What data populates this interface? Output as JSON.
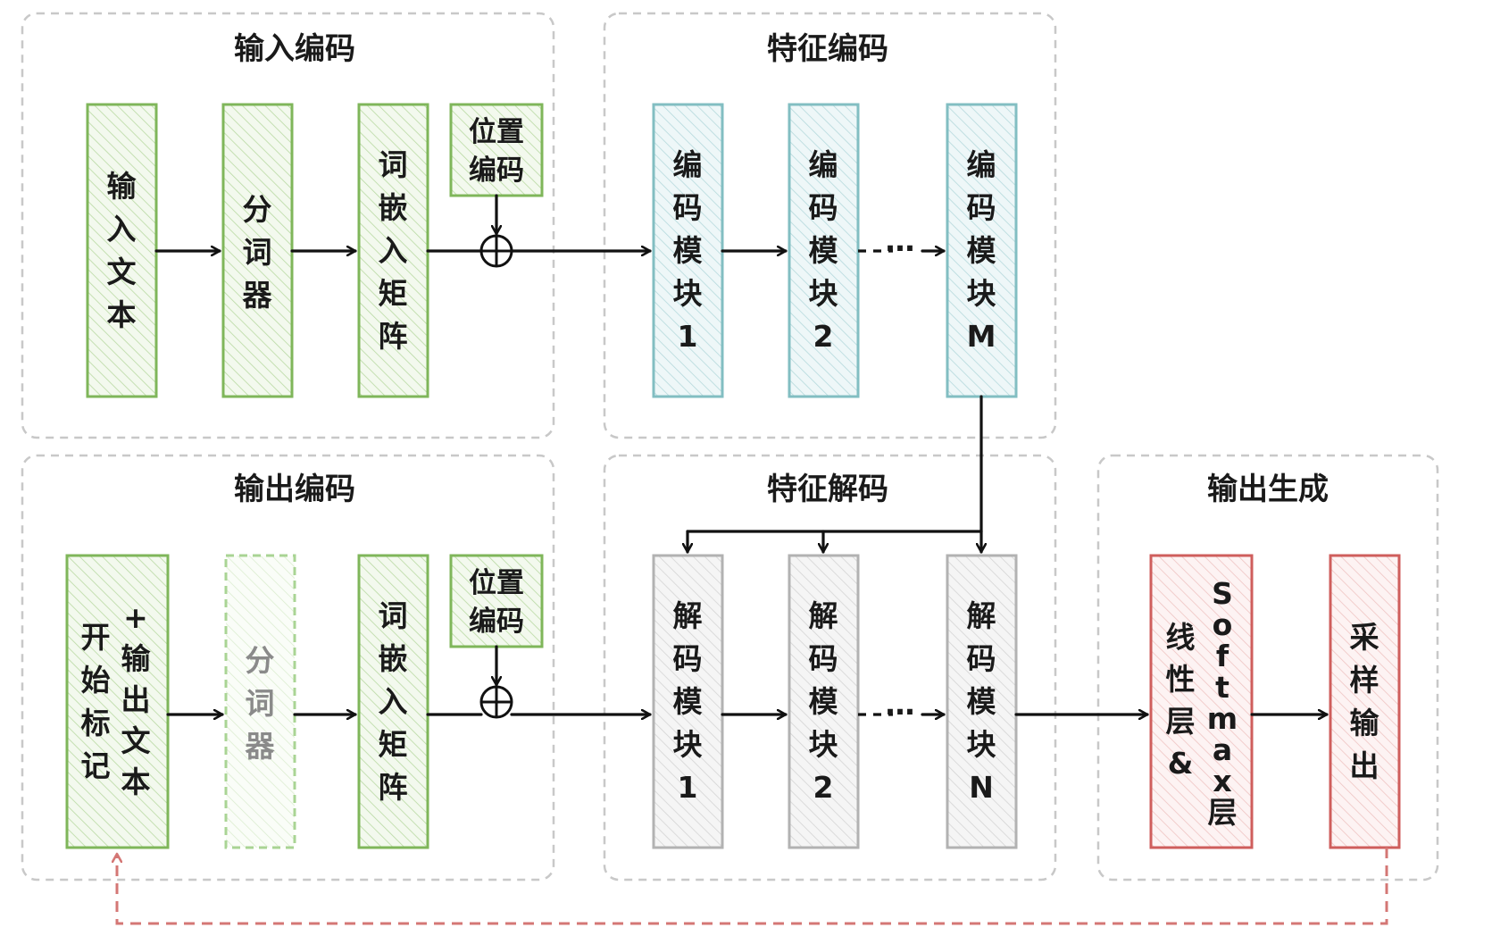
{
  "groups": {
    "input_encoding": "输入编码",
    "feature_encoding": "特征编码",
    "output_encoding": "输出编码",
    "feature_decoding": "特征解码",
    "output_generation": "输出生成"
  },
  "blocks": {
    "input_text": "输入文本",
    "tokenizer": "分词器",
    "embedding_matrix": "词嵌入矩阵",
    "positional_encoding": [
      "位置",
      "编码"
    ],
    "encoder_1": [
      "编",
      "码",
      "模",
      "块",
      "1"
    ],
    "encoder_2": [
      "编",
      "码",
      "模",
      "块",
      "2"
    ],
    "encoder_m": [
      "编",
      "码",
      "模",
      "块",
      "M"
    ],
    "start_token_col1": "开始标记",
    "start_token_col2": "+输出文本",
    "output_tokenizer": "分词器",
    "output_embedding_matrix": "词嵌入矩阵",
    "output_positional_encoding": [
      "位置",
      "编码"
    ],
    "decoder_1": [
      "解",
      "码",
      "模",
      "块",
      "1"
    ],
    "decoder_2": [
      "解",
      "码",
      "模",
      "块",
      "2"
    ],
    "decoder_n": [
      "解",
      "码",
      "模",
      "块",
      "N"
    ],
    "linear_softmax_col1": "线性层&",
    "linear_softmax_col2": "Softmax层",
    "sample_output": "采样输出"
  },
  "ellipsis": "…",
  "colors": {
    "green_stroke": "#7fb65a",
    "green_fill": "#eef6e6",
    "teal_stroke": "#82bec2",
    "teal_fill": "#e7f3f4",
    "gray_stroke": "#b2b2b2",
    "gray_fill": "#f0f0f0",
    "red_stroke": "#cf5e5c",
    "red_fill": "#fbeaea",
    "dashed_loop": "#d47775"
  }
}
